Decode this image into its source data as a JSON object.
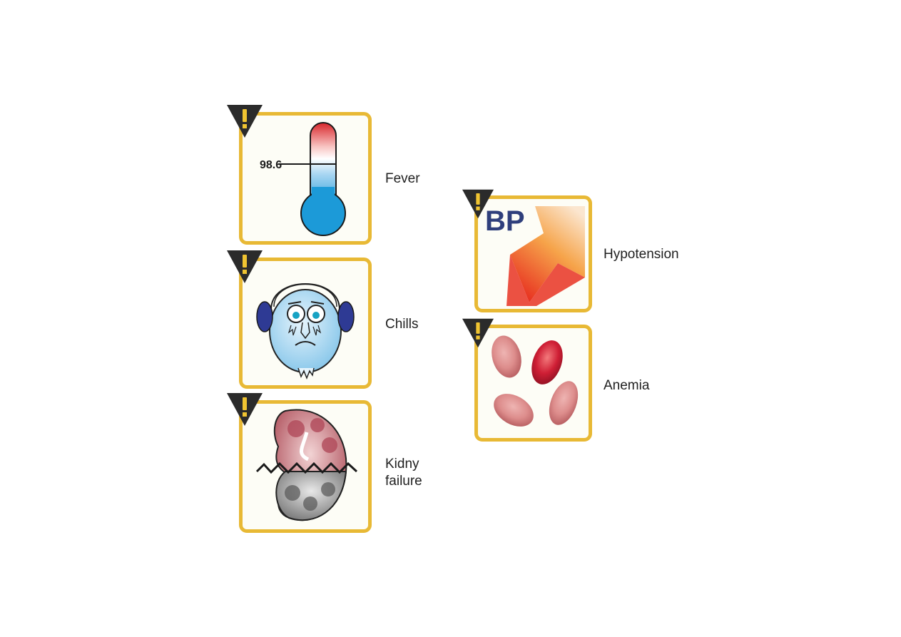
{
  "symptoms": {
    "fever": {
      "label": "Fever",
      "thermometer_reading": "98.6"
    },
    "chills": {
      "label": "Chills"
    },
    "kidney": {
      "label_line1": "Kidny",
      "label_line2": "failure"
    },
    "hypotension": {
      "label": "Hypotension",
      "icon_text": "BP"
    },
    "anemia": {
      "label": "Anemia"
    }
  },
  "colors": {
    "card_border": "#e8b935",
    "warning_triangle": "#2b2b2b",
    "warning_mark": "#f0c431",
    "bp_text": "#2f3f7c"
  }
}
